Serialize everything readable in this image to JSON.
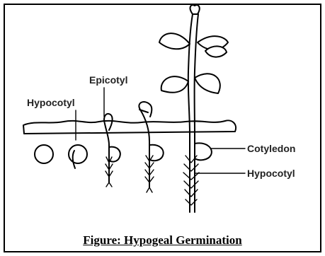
{
  "labels": {
    "hypocotyl_left": "Hypocotyl",
    "epicotyl": "Epicotyl",
    "cotyledon": "Cotyledon",
    "hypocotyl_right": "Hypocotyl"
  },
  "caption": "Figure: Hypogeal Germination",
  "colors": {
    "line": "#000000",
    "label_text": "#222222",
    "background": "#ffffff"
  }
}
